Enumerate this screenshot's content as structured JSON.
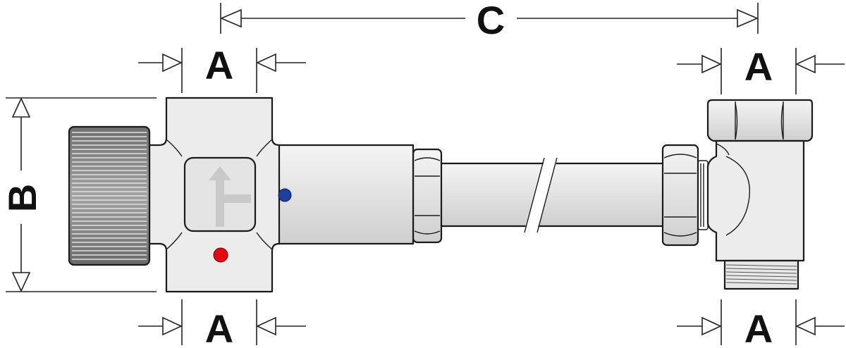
{
  "dimensions": {
    "a_label": "A",
    "b_label": "B",
    "c_label": "C"
  },
  "colors": {
    "hot_marker": "#e30613",
    "cold_marker": "#1f3f9f",
    "body_fill": "#ececec",
    "knob_fill": "#8a8a8a",
    "nut_fill": "#e6e6e6"
  }
}
